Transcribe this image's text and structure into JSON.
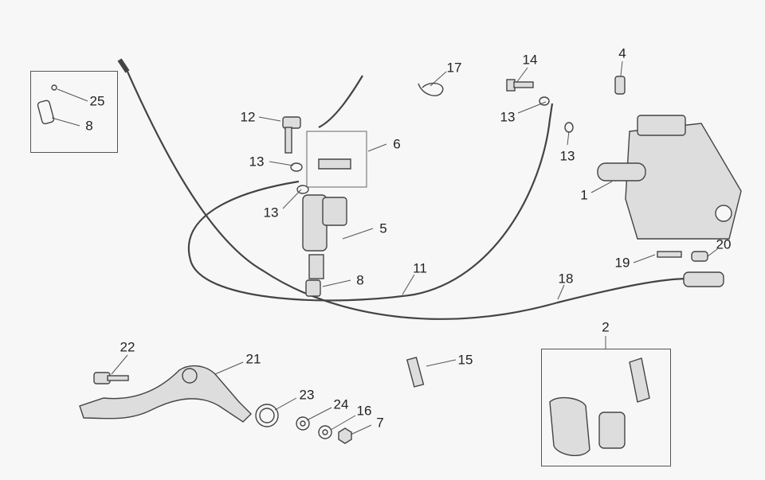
{
  "labels": {
    "p25": "25",
    "p8a": "8",
    "p12": "12",
    "p6": "6",
    "p13a": "13",
    "p13b": "13",
    "p5": "5",
    "p8b": "8",
    "p11": "11",
    "p17": "17",
    "p14": "14",
    "p13c": "13",
    "p13d": "13",
    "p4": "4",
    "p1": "1",
    "p20": "20",
    "p19": "19",
    "p18": "18",
    "p2": "2",
    "p22": "22",
    "p21": "21",
    "p15": "15",
    "p23": "23",
    "p24": "24",
    "p16": "16",
    "p7": "7"
  }
}
